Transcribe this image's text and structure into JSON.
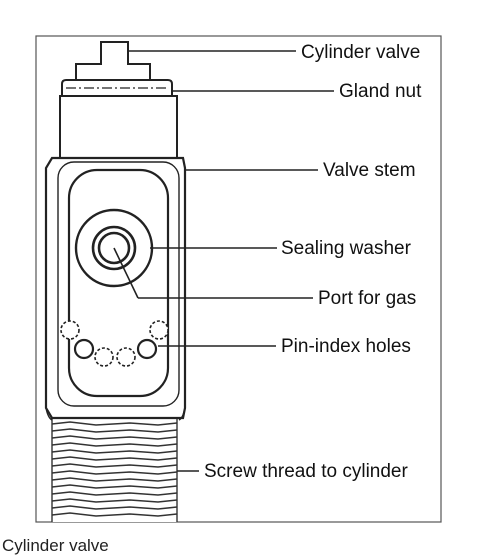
{
  "labels": {
    "cylinder_valve": "Cylinder valve",
    "gland_nut": "Gland nut",
    "valve_stem": "Valve stem",
    "sealing_washer": "Sealing washer",
    "port_for_gas": "Port for gas",
    "pin_index_holes": "Pin-index holes",
    "screw_thread": "Screw thread to cylinder"
  },
  "caption": "Cylinder valve"
}
